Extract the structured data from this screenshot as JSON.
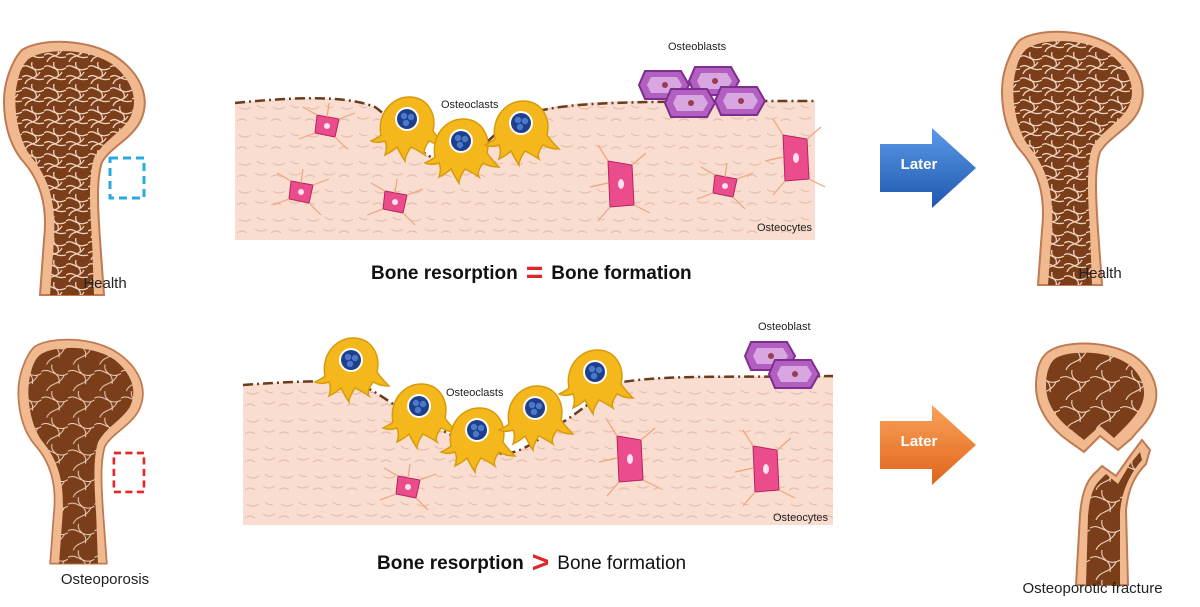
{
  "top_row": {
    "left_bone_label": "Health",
    "right_bone_label": "Health",
    "osteoclasts_label": "Osteoclasts",
    "osteoblasts_label": "Osteoblasts",
    "osteocytes_label": "Osteocytes",
    "formula_left": "Bone resorption",
    "formula_op": "=",
    "formula_right": "Bone formation",
    "arrow_label": "Later",
    "arrow_color": "#2e6fc7",
    "marker_color": "#29a9e0"
  },
  "bottom_row": {
    "left_bone_label": "Osteoporosis",
    "right_bone_label": "Osteoporotic fracture",
    "osteoclasts_label": "Osteoclasts",
    "osteoblasts_label": "Osteoblast",
    "osteocytes_label": "Osteocytes",
    "formula_left": "Bone resorption",
    "formula_op": ">",
    "formula_right": "Bone formation",
    "arrow_label": "Later",
    "arrow_color": "#ef7c2d",
    "marker_color": "#e8262a"
  },
  "colors": {
    "bone_outer": "#f0b98f",
    "bone_inner": "#7a3f1a",
    "tissue": "#f8ddd0",
    "osteoclast": "#f4b81c",
    "osteoblast": "#a44fb2",
    "osteocyte": "#ea4c8c"
  }
}
